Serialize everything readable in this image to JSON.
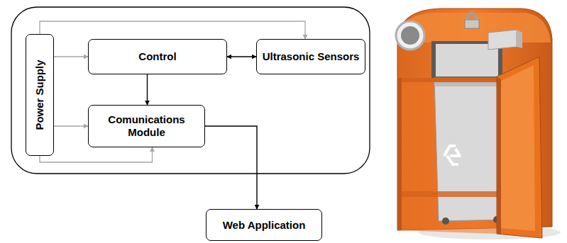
{
  "diagram": {
    "nodes": [
      {
        "text": [
          "Power Supply"
        ]
      },
      {
        "text": [
          "Control"
        ]
      },
      {
        "text": [
          "Ultrasonic Sensors"
        ]
      },
      {
        "text": [
          "Comunications Module"
        ]
      },
      {
        "text": [
          "Web Application"
        ]
      }
    ],
    "edges": [
      {
        "from": 0,
        "to": 1,
        "arrow": "to"
      },
      {
        "from": 0,
        "to": 3,
        "arrow": "to"
      },
      {
        "from": 0,
        "to": 3,
        "arrow": "to"
      },
      {
        "from": 0,
        "to": 2,
        "arrow": "to"
      },
      {
        "from": 1,
        "to": 2,
        "arrow": "both"
      },
      {
        "from": 1,
        "to": 3,
        "arrow": "to"
      },
      {
        "from": 3,
        "to": 4,
        "arrow": "to"
      }
    ]
  }
}
